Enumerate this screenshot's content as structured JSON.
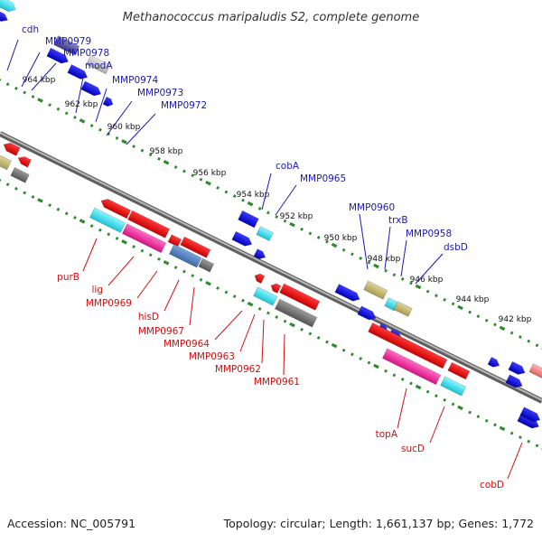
{
  "title": "Methanococcus maripaludis S2, complete genome",
  "accession": "Accession: NC_005791",
  "topology": "Topology: circular; Length: 1,661,137 bp; Genes: 1,772",
  "colors": {
    "backbone": "#808080",
    "tick": "#2e8b2e",
    "top_label": "#1a1ab4",
    "bottom_label": "#d01010"
  },
  "kbp_labels": [
    "964 kbp",
    "962 kbp",
    "960 kbp",
    "958 kbp",
    "956 kbp",
    "954 kbp",
    "952 kbp",
    "950 kbp",
    "948 kbp",
    "946 kbp",
    "944 kbp",
    "942 kbp"
  ],
  "top_genes": [
    "cdh",
    "MMP0979",
    "MMP0978",
    "modA",
    "MMP0974",
    "MMP0973",
    "MMP0972",
    "cobA",
    "MMP0965",
    "MMP0960",
    "trxB",
    "MMP0958",
    "dsbD"
  ],
  "bottom_genes": [
    "purB",
    "lig",
    "MMP0969",
    "hisD",
    "MMP0967",
    "MMP0964",
    "MMP0963",
    "MMP0962",
    "MMP0961",
    "topA",
    "sucD",
    "cobD"
  ]
}
